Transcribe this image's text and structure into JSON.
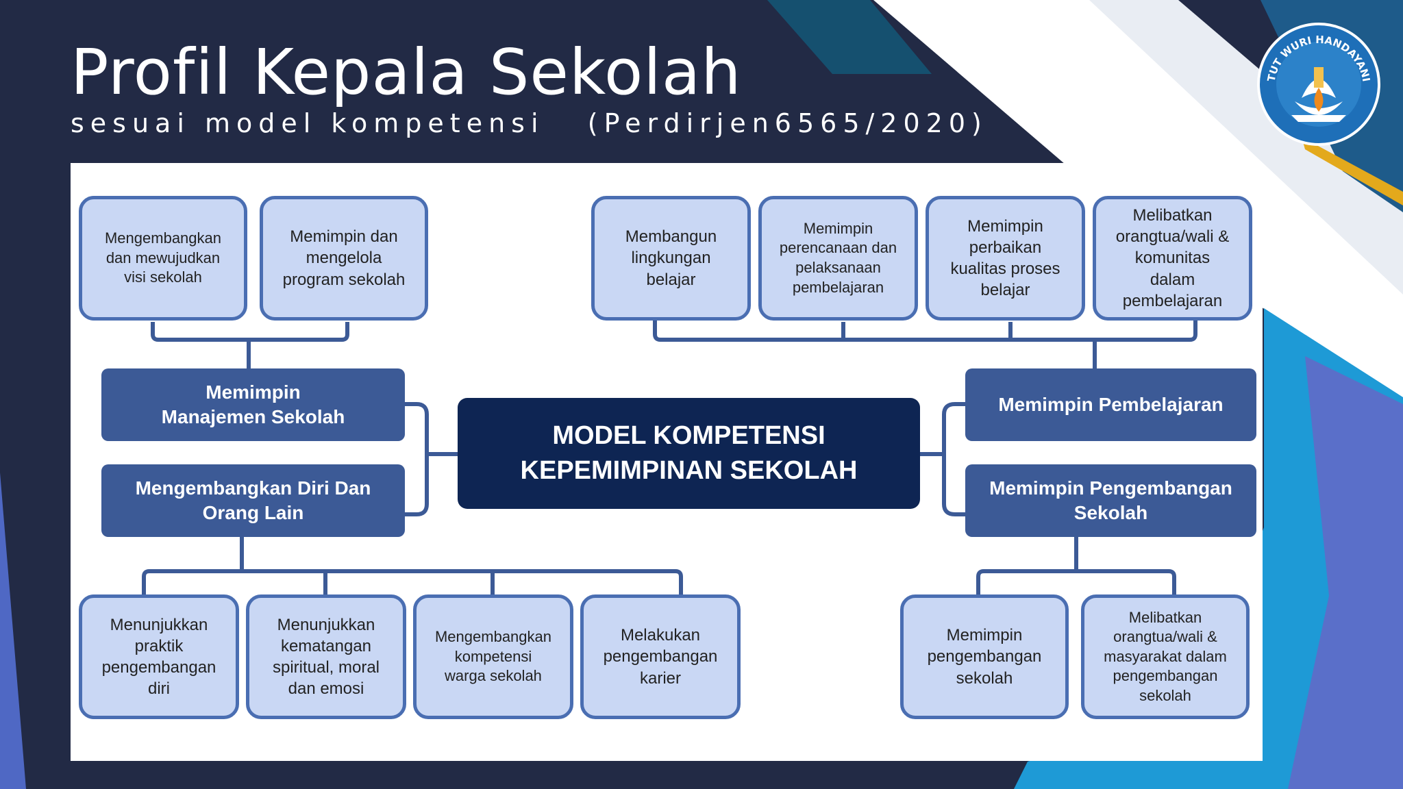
{
  "slide": {
    "title": "Profil Kepala Sekolah",
    "subtitle": "sesuai model kompetensi   (Perdirjen6565/2020)"
  },
  "logo": {
    "text": "TUT WURI HANDAYANI",
    "icon": "tut-wuri-handayani-emblem"
  },
  "colors": {
    "background": "#222a45",
    "accent_teal": "#1e9ad6",
    "accent_gold": "#e3a91c",
    "leaf_fill": "#c9d7f4",
    "leaf_border": "#4a6eb2",
    "category_fill": "#3c5a96",
    "center_fill": "#0e2553"
  },
  "diagram": {
    "center": "MODEL KOMPETENSI\nKEPEMIMPINAN SEKOLAH",
    "categories": {
      "manajemen": "Memimpin\nManajemen Sekolah",
      "pengembangan_diri": "Mengembangkan Diri Dan\nOrang Lain",
      "pembelajaran": "Memimpin Pembelajaran",
      "pengembangan_sekolah": "Memimpin Pengembangan\nSekolah"
    },
    "manajemen_items": [
      "Mengembangkan\ndan mewujudkan\nvisi sekolah",
      "Memimpin dan\nmengelola\nprogram sekolah"
    ],
    "pembelajaran_items": [
      "Membangun\nlingkungan\nbelajar",
      "Memimpin\nperencanaan dan\npelaksanaan\npembelajaran",
      "Memimpin\nperbaikan\nkualitas proses\nbelajar",
      "Melibatkan\norangtua/wali &\nkomunitas\ndalam\npembelajaran"
    ],
    "pengembangan_diri_items": [
      "Menunjukkan\npraktik\npengembangan\ndiri",
      "Menunjukkan\nkematangan\nspiritual, moral\ndan emosi",
      "Mengembangkan\nkompetensi\nwarga sekolah",
      "Melakukan\npengembangan\nkarier"
    ],
    "pengembangan_sekolah_items": [
      "Memimpin\npengembangan\nsekolah",
      "Melibatkan\norangtua/wali &\nmasyarakat dalam\npengembangan\nsekolah"
    ]
  }
}
